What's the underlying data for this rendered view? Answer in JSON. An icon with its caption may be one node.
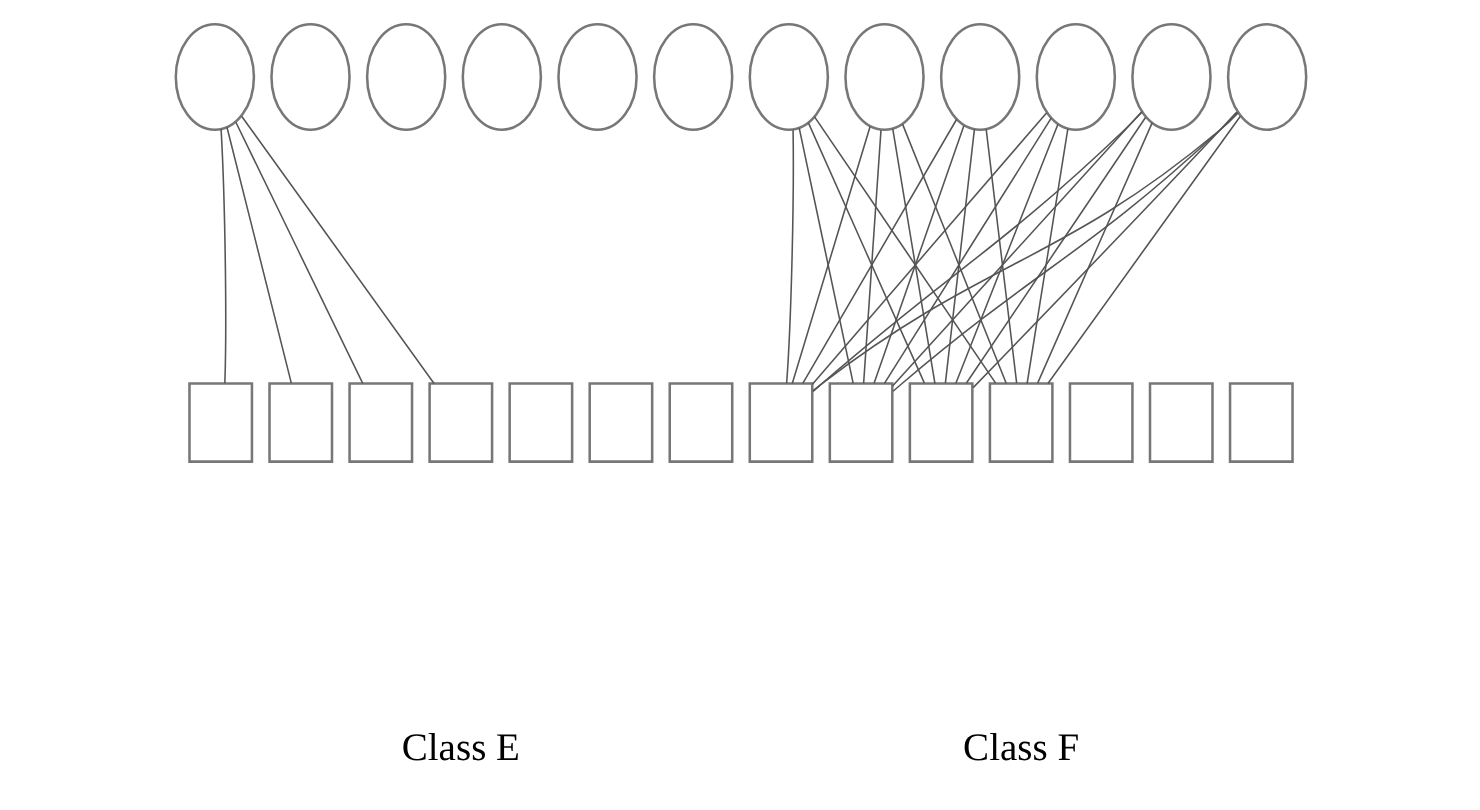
{
  "diagram": {
    "nodes": [
      {
        "text": [],
        "shape": "circle"
      },
      {
        "text": [],
        "shape": "circle"
      },
      {
        "text": [],
        "shape": "circle"
      },
      {
        "text": [],
        "shape": "circle"
      },
      {
        "text": [],
        "shape": "circle"
      },
      {
        "text": [],
        "shape": "circle"
      },
      {
        "text": [],
        "shape": "box"
      },
      {
        "text": [],
        "shape": "box"
      },
      {
        "text": [],
        "shape": "box"
      },
      {
        "text": [],
        "shape": "box"
      },
      {
        "text": [],
        "shape": "box"
      },
      {
        "text": [],
        "shape": "box"
      },
      {
        "text": [],
        "shape": "box"
      },
      {
        "text": [],
        "shape": "circle"
      },
      {
        "text": [],
        "shape": "circle"
      },
      {
        "text": [],
        "shape": "circle"
      },
      {
        "text": [],
        "shape": "circle"
      },
      {
        "text": [],
        "shape": "circle"
      },
      {
        "text": [],
        "shape": "circle"
      },
      {
        "text": [],
        "shape": "box"
      },
      {
        "text": [],
        "shape": "box"
      },
      {
        "text": [],
        "shape": "box"
      },
      {
        "text": [],
        "shape": "box"
      },
      {
        "text": [],
        "shape": "box"
      },
      {
        "text": [],
        "shape": "box"
      },
      {
        "text": [],
        "shape": "box"
      }
    ],
    "edges": [
      {
        "from": 0,
        "to": 6,
        "arrow": "none"
      },
      {
        "from": 0,
        "to": 7,
        "arrow": "none"
      },
      {
        "from": 0,
        "to": 8,
        "arrow": "none"
      },
      {
        "from": 0,
        "to": 9,
        "arrow": "none"
      },
      {
        "from": 13,
        "to": 19,
        "arrow": "none"
      },
      {
        "from": 13,
        "to": 20,
        "arrow": "none"
      },
      {
        "from": 13,
        "to": 21,
        "arrow": "none"
      },
      {
        "from": 13,
        "to": 22,
        "arrow": "none"
      },
      {
        "from": 14,
        "to": 19,
        "arrow": "none"
      },
      {
        "from": 14,
        "to": 20,
        "arrow": "none"
      },
      {
        "from": 14,
        "to": 21,
        "arrow": "none"
      },
      {
        "from": 14,
        "to": 22,
        "arrow": "none"
      },
      {
        "from": 15,
        "to": 19,
        "arrow": "none"
      },
      {
        "from": 15,
        "to": 20,
        "arrow": "none"
      },
      {
        "from": 15,
        "to": 21,
        "arrow": "none"
      },
      {
        "from": 15,
        "to": 22,
        "arrow": "none"
      },
      {
        "from": 16,
        "to": 19,
        "arrow": "none"
      },
      {
        "from": 16,
        "to": 20,
        "arrow": "none"
      },
      {
        "from": 16,
        "to": 21,
        "arrow": "none"
      },
      {
        "from": 16,
        "to": 22,
        "arrow": "none"
      },
      {
        "from": 17,
        "to": 19,
        "arrow": "none"
      },
      {
        "from": 17,
        "to": 20,
        "arrow": "none"
      },
      {
        "from": 17,
        "to": 21,
        "arrow": "none"
      },
      {
        "from": 17,
        "to": 22,
        "arrow": "none"
      },
      {
        "from": 18,
        "to": 19,
        "arrow": "none"
      },
      {
        "from": 18,
        "to": 20,
        "arrow": "none"
      },
      {
        "from": 18,
        "to": 21,
        "arrow": "none"
      },
      {
        "from": 18,
        "to": 22,
        "arrow": "none"
      }
    ],
    "labels": [
      "Class E",
      "Class F"
    ]
  }
}
